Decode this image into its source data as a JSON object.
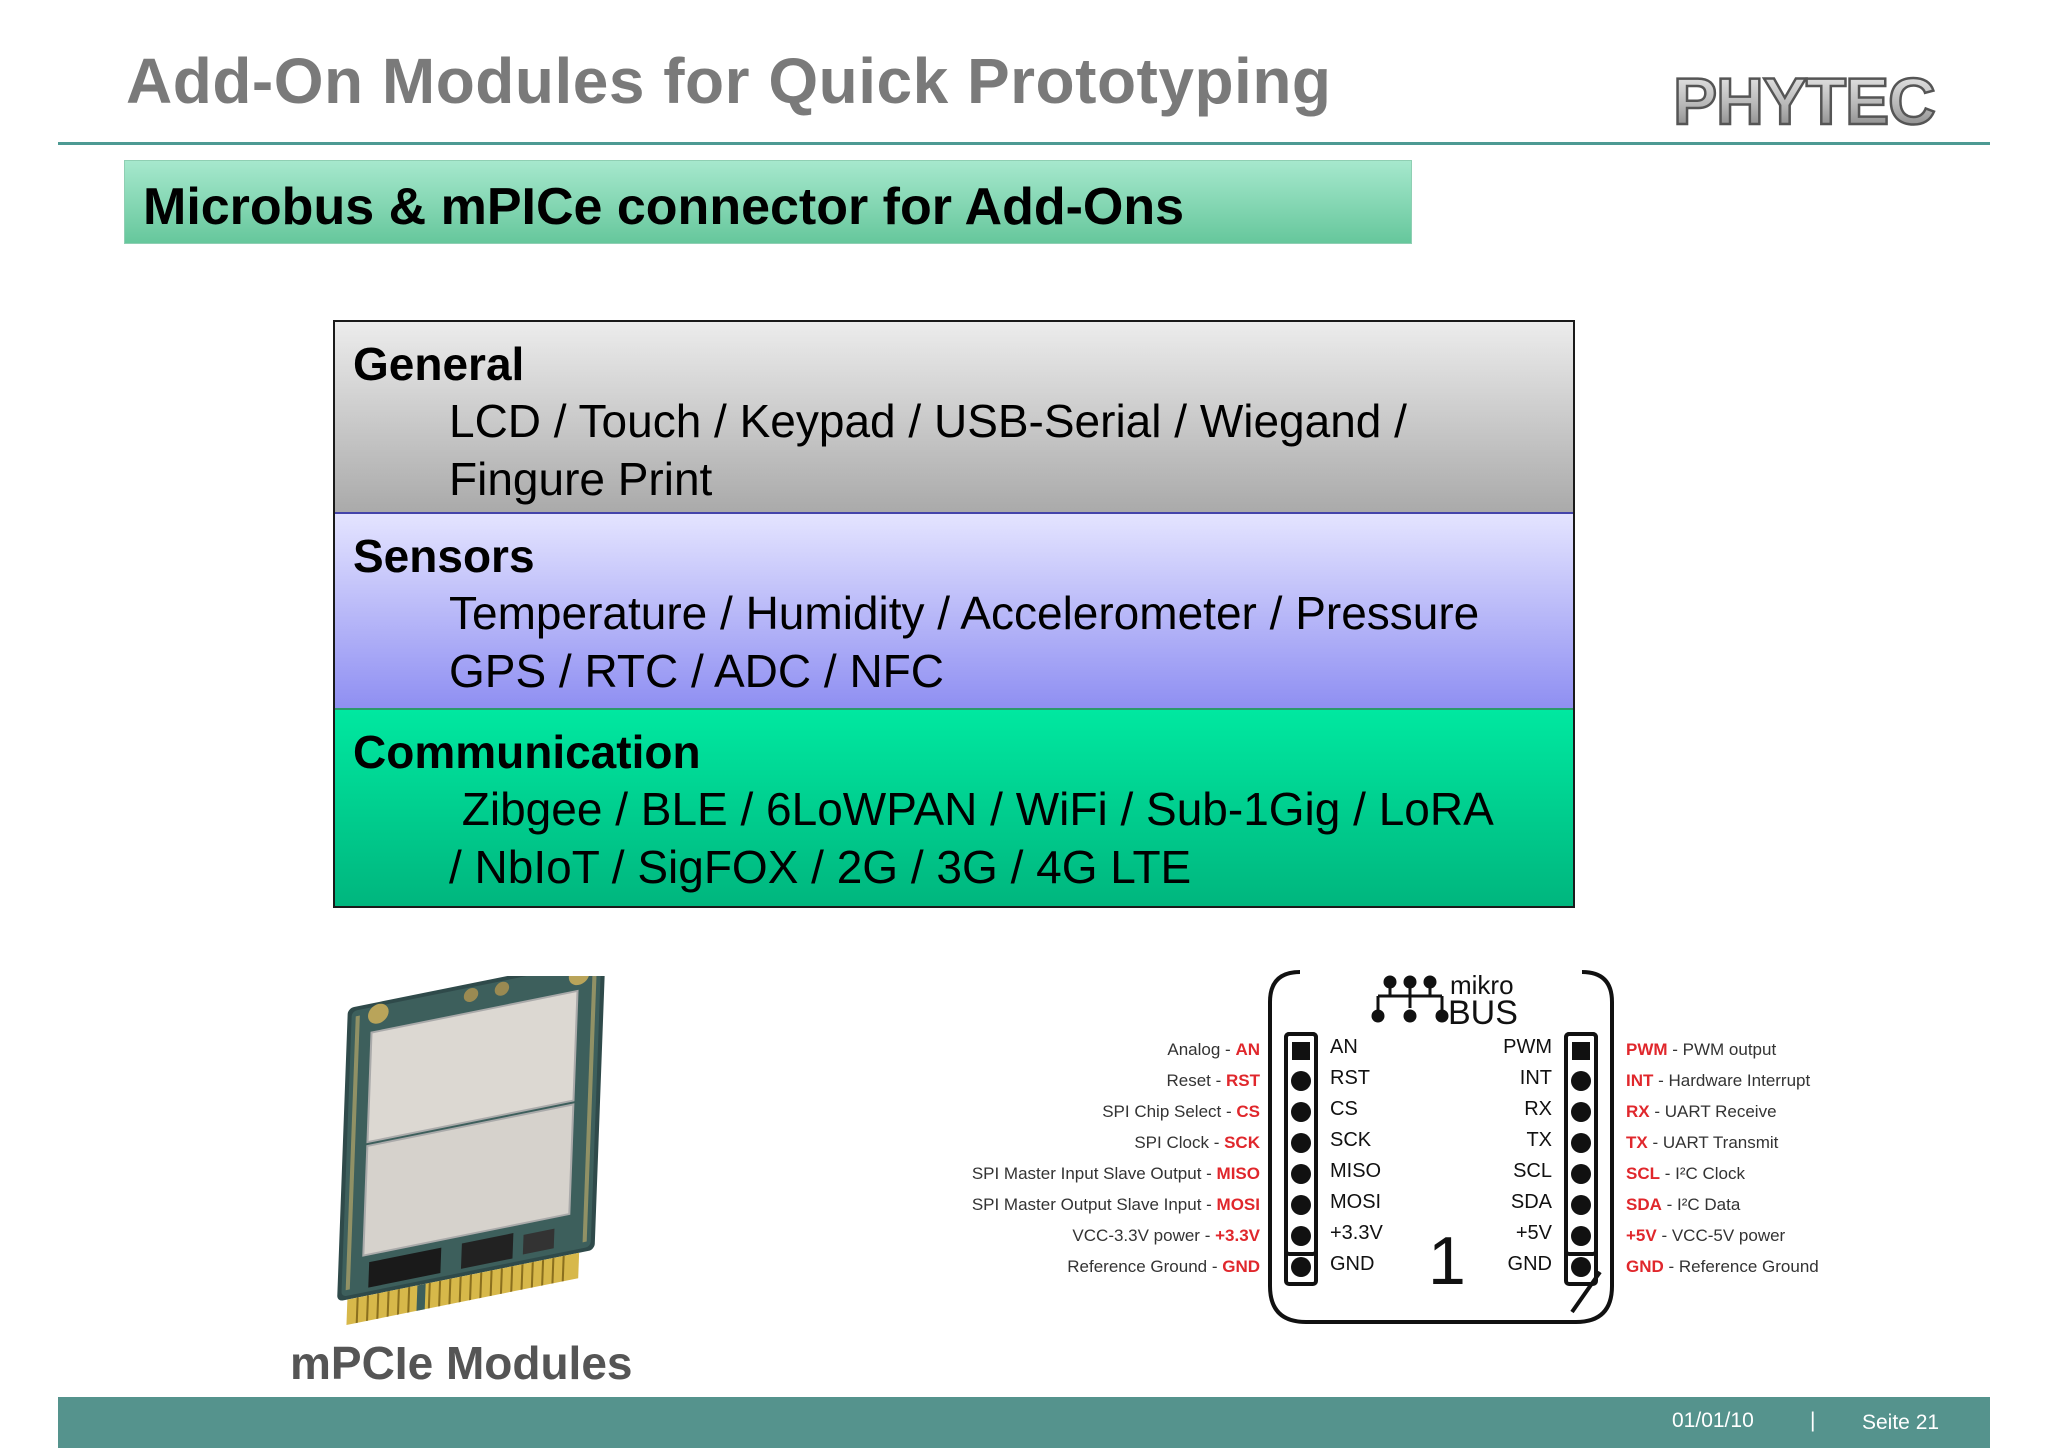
{
  "slide": {
    "title": "Add-On Modules for Quick Prototyping",
    "logo_text": "PHYTEC",
    "subtitle": "Microbus & mPICe connector for Add-Ons"
  },
  "categories": [
    {
      "heading": "General",
      "lines": [
        "LCD / Touch / Keypad / USB-Serial / Wiegand /",
        "Fingure Print"
      ]
    },
    {
      "heading": "Sensors",
      "lines": [
        "Temperature / Humidity / Accelerometer / Pressure",
        "GPS / RTC / ADC / NFC"
      ]
    },
    {
      "heading": "Communication",
      "lines": [
        " Zibgee / BLE / 6LoWPAN / WiFi / Sub-1Gig / LoRA",
        "/ NbIoT / SigFOX / 2G / 3G / 4G LTE"
      ]
    }
  ],
  "mpcie": {
    "label": "mPCIe Modules"
  },
  "mikrobus": {
    "logo_top": "mikro",
    "logo_bottom": "BUS",
    "pin1_marker": "1",
    "left_pins": [
      "AN",
      "RST",
      "CS",
      "SCK",
      "MISO",
      "MOSI",
      "+3.3V",
      "GND"
    ],
    "right_pins": [
      "PWM",
      "INT",
      "RX",
      "TX",
      "SCL",
      "SDA",
      "+5V",
      "GND"
    ],
    "left_desc": [
      "Analog - ",
      "Reset - ",
      "SPI Chip Select  - ",
      "SPI Clock - ",
      "SPI Master Input Slave Output - ",
      "SPI Master Output Slave Input - ",
      "VCC-3.3V power  - ",
      "Reference Ground - "
    ],
    "left_code": [
      "AN",
      "RST",
      "CS",
      "SCK",
      "MISO",
      "MOSI",
      "+3.3V",
      "GND"
    ],
    "right_code": [
      "PWM",
      "INT",
      "RX",
      "TX",
      "SCL",
      "SDA",
      "+5V",
      "GND"
    ],
    "right_desc": [
      " - PWM output",
      " - Hardware Interrupt",
      " - UART Receive",
      " - UART Transmit",
      " - I²C Clock",
      " - I²C Data",
      " - VCC-5V power",
      " - Reference Ground"
    ]
  },
  "footer": {
    "date": "01/01/10",
    "separator": "|",
    "page": "Seite 21"
  },
  "colors": {
    "accent_teal": "#4d9a93",
    "footer_teal": "#55938d",
    "title_gray": "#7a7a7a",
    "pin_red": "#e0272c"
  }
}
